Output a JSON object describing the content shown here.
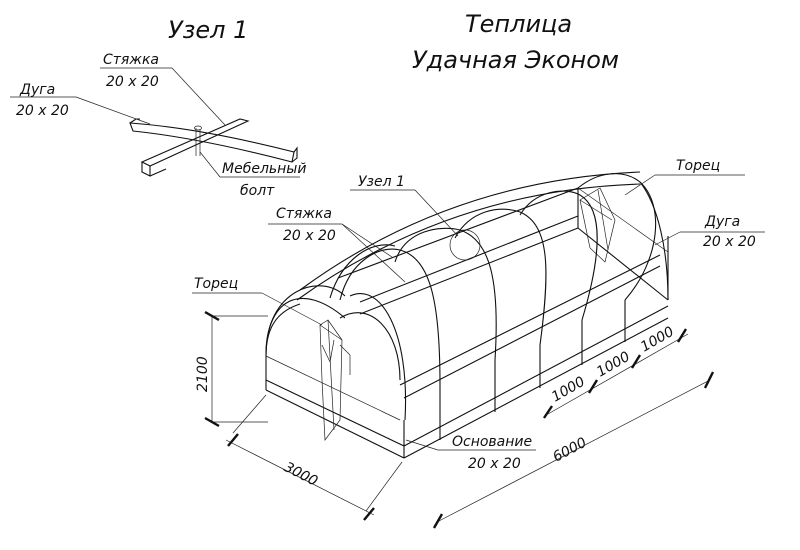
{
  "title": {
    "line1": "Теплица",
    "line2": "Удачная Эконом"
  },
  "node_detail": {
    "title": "Узел  1",
    "tie_label": "Стяжка",
    "tie_size": "20 x 20",
    "arc_label": "Дуга",
    "arc_size": "20 x 20",
    "bolt_label_1": "Мебельный",
    "bolt_label_2": "болт"
  },
  "main_view": {
    "node_callout": "Узел  1",
    "tie_label": "Стяжка",
    "tie_size": "20 x 20",
    "end_top_label": "Торец",
    "arc_label": "Дуга",
    "arc_size": "20 x 20",
    "end_left_label": "Торец",
    "base_label": "Основание",
    "base_size": "20 x 20"
  },
  "dimensions": {
    "height": "2100",
    "width": "3000",
    "length": "6000",
    "spacing_1": "1000",
    "spacing_2": "1000",
    "spacing_3": "1000"
  }
}
